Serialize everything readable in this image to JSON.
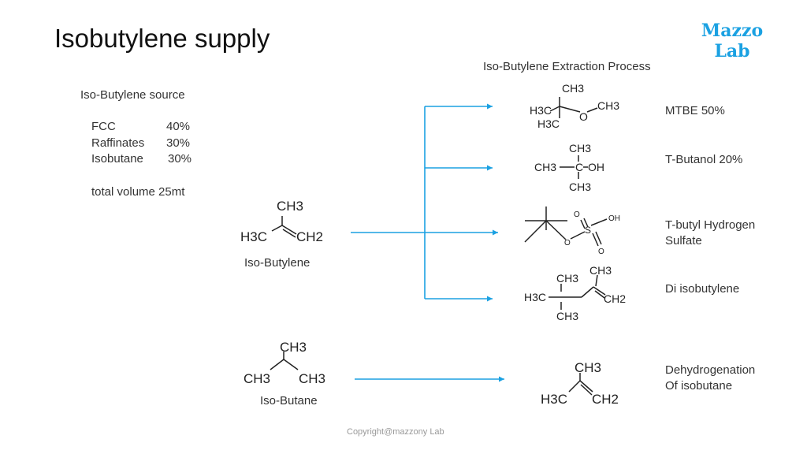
{
  "title": "Isobutylene supply",
  "logo": {
    "line1": "Mazzo",
    "line2": "Lab"
  },
  "source": {
    "heading": "Iso-Butylene source",
    "items": [
      {
        "name": "FCC",
        "value": "40%"
      },
      {
        "name": "Raffinates",
        "value": "30%"
      },
      {
        "name": "Isobutane",
        "value": "30%"
      }
    ],
    "total": "total volume 25mt"
  },
  "process_heading": "Iso-Butylene Extraction Process",
  "feeds": {
    "isobutylene": "Iso-Butylene",
    "isobutane": "Iso-Butane"
  },
  "products": [
    {
      "line1": "MTBE  50%",
      "line2": ""
    },
    {
      "line1": "T-Butanol 20%",
      "line2": ""
    },
    {
      "line1": "T-butyl Hydrogen",
      "line2": "Sulfate"
    },
    {
      "line1": "Di isobutylene",
      "line2": ""
    },
    {
      "line1": "Dehydrogenation",
      "line2": "Of isobutane"
    }
  ],
  "structures": {
    "isobutylene_left": {
      "top": "CH3",
      "left": "H3C",
      "right": "CH2"
    },
    "mtbe": {
      "top": "CH3",
      "left": "H3C",
      "bottom": "H3C",
      "o": "O",
      "right": "CH3"
    },
    "tbutanol": {
      "top": "CH3",
      "left": "CH3",
      "c": "C",
      "oh": "OH",
      "bottom": "CH3"
    },
    "sulfate": {
      "o1": "O",
      "s": "S",
      "oh": "OH",
      "o2": "O",
      "o3": "O"
    },
    "diisobutylene": {
      "top1": "CH3",
      "top2": "CH3",
      "left": "H3C",
      "right": "CH2",
      "bottom": "CH3"
    },
    "isobutane": {
      "top": "CH3",
      "left": "CH3",
      "right": "CH3"
    },
    "isobutylene_right": {
      "top": "CH3",
      "left": "H3C",
      "right": "CH2"
    }
  },
  "copyright": "Copyright@mazzony Lab",
  "colors": {
    "arrow": "#1ba1e2",
    "logo": "#1ba1e2"
  }
}
